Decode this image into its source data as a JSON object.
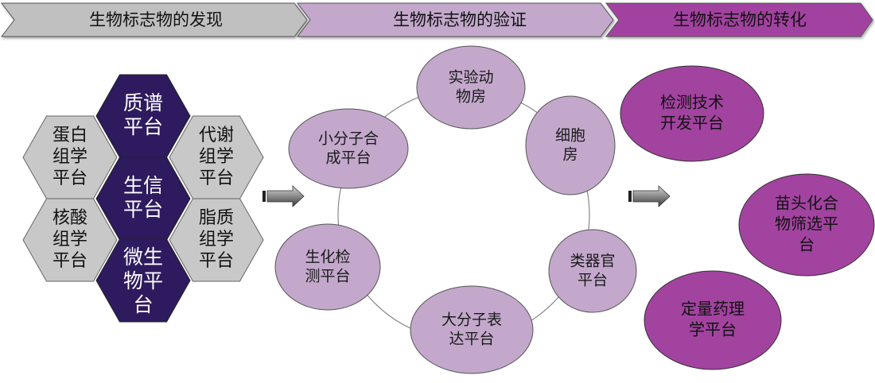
{
  "stages": [
    {
      "label": "生物标志物的发现",
      "color": "#c0c0c0"
    },
    {
      "label": "生物标志物的验证",
      "color": "#c3a8cc"
    },
    {
      "label": "生物标志物的转化",
      "color": "#a243a0"
    }
  ],
  "discovery": {
    "core_color": "#2e1a5e",
    "side_color": "#c8c8c8",
    "core_platforms": [
      {
        "id": "mass-spec",
        "lines": [
          "质谱",
          "平台"
        ]
      },
      {
        "id": "bioinformatics",
        "lines": [
          "生信",
          "平台"
        ]
      },
      {
        "id": "microbiology",
        "lines": [
          "微生",
          "物平",
          "台"
        ]
      }
    ],
    "side_platforms": [
      {
        "id": "proteomics",
        "lines": [
          "蛋白",
          "组学",
          "平台"
        ]
      },
      {
        "id": "metabolomics",
        "lines": [
          "代谢",
          "组学",
          "平台"
        ]
      },
      {
        "id": "nucleic-acid-omics",
        "lines": [
          "核酸",
          "组学",
          "平台"
        ]
      },
      {
        "id": "lipidomics",
        "lines": [
          "脂质",
          "组学",
          "平台"
        ]
      }
    ]
  },
  "validation": {
    "node_color": "#c3a8cc",
    "nodes": [
      {
        "id": "animal-house",
        "lines": [
          "实验动",
          "物房"
        ]
      },
      {
        "id": "cell-room",
        "lines": [
          "细胞",
          "房"
        ]
      },
      {
        "id": "organoid",
        "lines": [
          "类器官",
          "平台"
        ]
      },
      {
        "id": "macromolecule-expression",
        "lines": [
          "大分子表",
          "达平台"
        ]
      },
      {
        "id": "biochemical-testing",
        "lines": [
          "生化检",
          "测平台"
        ]
      },
      {
        "id": "small-molecule-synthesis",
        "lines": [
          "小分子合",
          "成平台"
        ]
      }
    ]
  },
  "translation": {
    "node_color": "#a243a0",
    "nodes": [
      {
        "id": "assay-development",
        "lines": [
          "检测技术",
          "开发平台"
        ]
      },
      {
        "id": "hit-screening",
        "lines": [
          "苗头化合",
          "物筛选平",
          "台"
        ]
      },
      {
        "id": "quantitative-pharmacology",
        "lines": [
          "定量药理",
          "学平台"
        ]
      }
    ]
  }
}
